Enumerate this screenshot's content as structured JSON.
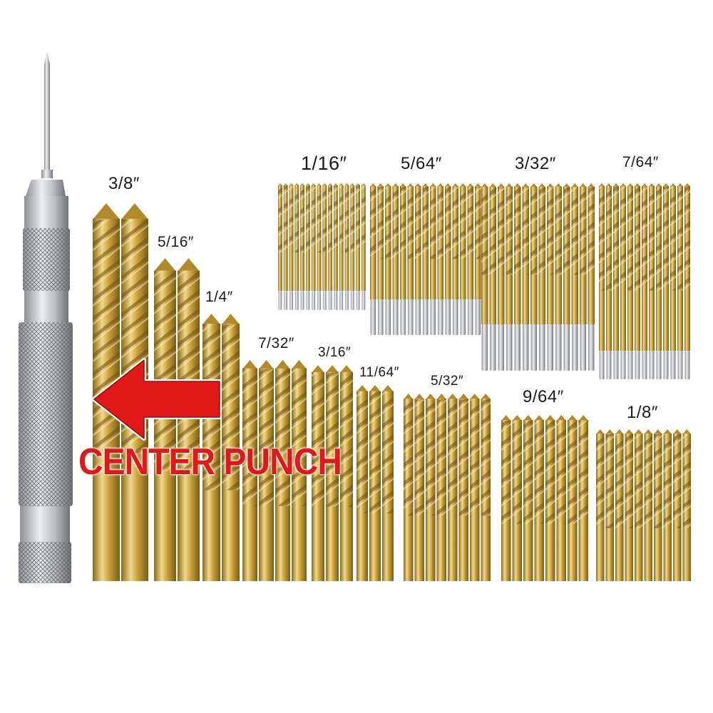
{
  "image": {
    "background": "#ffffff",
    "subject": "Center punch with titanium-coated drill bit set",
    "colors": {
      "bit_gold": "#c9a13c",
      "bit_dark": "#8a6a1c",
      "bit_highlight": "#f1d88a",
      "shank_silver": "#c8c8c8",
      "punch_steel": "#b9bcbf",
      "arrow_red": "#e01818",
      "label_text": "#1b1b1b"
    }
  },
  "callout": {
    "text": "CENTER PUNCH",
    "arrow_icon": "left-arrow-icon",
    "color": "#e01818"
  },
  "tool": {
    "name": "center-punch",
    "icon": "center-punch-icon"
  },
  "sizes": [
    {
      "label": "3/8″",
      "count": 2
    },
    {
      "label": "5/16″",
      "count": 2
    },
    {
      "label": "1/4″",
      "count": 2
    },
    {
      "label": "7/32″",
      "count": 4
    },
    {
      "label": "3/16″",
      "count": 3
    },
    {
      "label": "11/64″",
      "count": 3
    },
    {
      "label": "5/32″",
      "count": 8
    },
    {
      "label": "9/64″",
      "count": 8
    },
    {
      "label": "1/8″",
      "count": 10
    },
    {
      "label": "1/16″",
      "count": 16
    },
    {
      "label": "5/64″",
      "count": 15
    },
    {
      "label": "3/32″",
      "count": 14
    },
    {
      "label": "7/64″",
      "count": 13
    }
  ]
}
